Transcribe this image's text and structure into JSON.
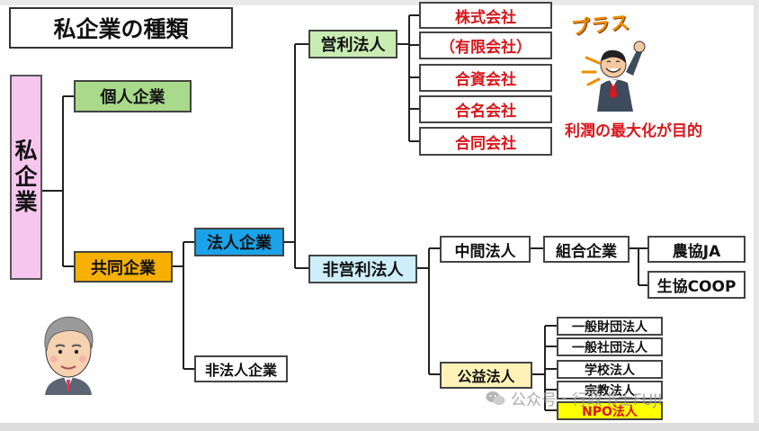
{
  "title": "私企業の種類",
  "root": [
    "私",
    "企",
    "業"
  ],
  "nodes": {
    "kojin": "個人企業",
    "kyodo": "共同企業",
    "hojin": "法人企業",
    "hihojin": "非法人企業",
    "eiri": "営利法人",
    "hieiri": "非営利法人",
    "kabushiki": "株式会社",
    "yugen": "（有限会社）",
    "goshi": "合資会社",
    "gomei": "合名会社",
    "godo": "合同会社",
    "chukan": "中間法人",
    "kumiai": "組合企業",
    "nokyo": "農協JA",
    "seikyo": "生協COOP",
    "koeki": "公益法人",
    "zaidan": "一般財団法人",
    "shadan": "一般社団法人",
    "gakko": "学校法人",
    "shukyo": "宗教法人",
    "npo": "NPO法人"
  },
  "caption": "利潤の最大化が目的",
  "plus_label": "プラス",
  "watermark": "公众号・行政书士FUJI",
  "icons": [
    "businessman-cheering-icon",
    "elderly-man-face-icon",
    "wechat-icon"
  ],
  "colors": {
    "root": "#f7c6ee",
    "green": "#a9d98a",
    "orange": "#f7b000",
    "blue": "#1aa3e8",
    "lightblue": "#cdeefa",
    "red_text": "#d8161b",
    "npo_fill": "#ffff00"
  }
}
